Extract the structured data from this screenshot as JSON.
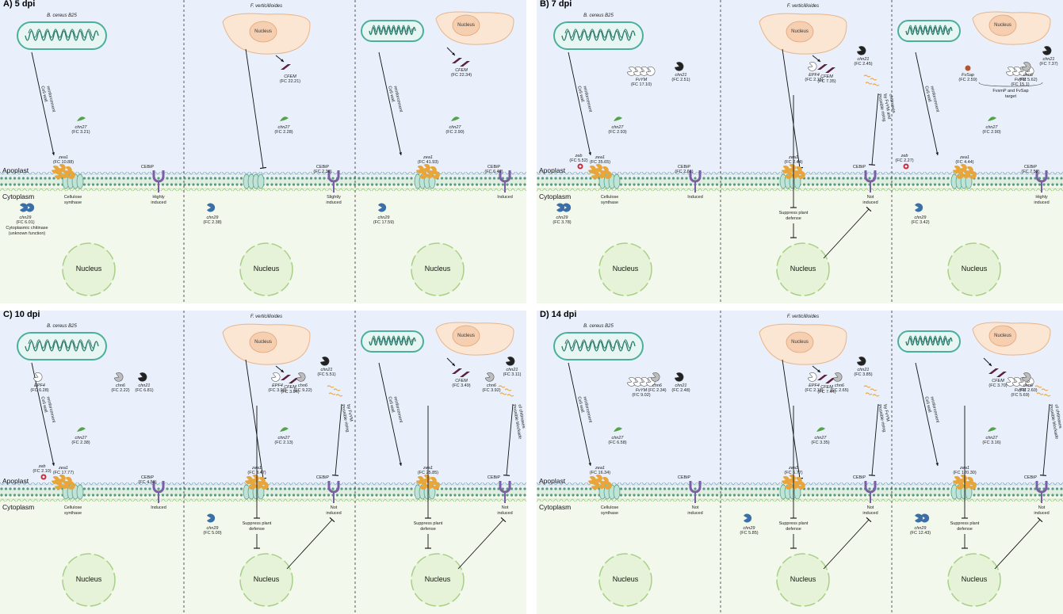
{
  "panels": [
    {
      "id": "A",
      "title": "A) 5 dpi",
      "organisms": {
        "bacterium": "B. cereus B25",
        "fungus": "F. verticillioides"
      },
      "labels": {
        "apoplast": "Apoplast",
        "cytoplasm": "Cytoplasm",
        "nucleus": "Nucleus",
        "fungal_nucleus": "Nucleus",
        "cebip": "CEBiP"
      },
      "sections": [
        {
          "arrow_text": [
            "Cell wall",
            "reinforcement"
          ],
          "chn27": {
            "name": "chn27",
            "fc": "(FC 3.21)"
          },
          "zeal": {
            "name": "zea1",
            "fc": "(FC 10.88)"
          },
          "cellulose": [
            "Cellulose",
            "synthase"
          ],
          "cebip_fc": "",
          "cebip_status": [
            "Highly",
            "induced"
          ],
          "chn29": {
            "name": "chn29",
            "fc": "(FC 6.01)"
          },
          "chn29_note": [
            "Cytoplasmic chitinase",
            "(unknown function)"
          ]
        },
        {
          "cfem": {
            "name": "CFEM",
            "fc": "(FC 22.21)"
          },
          "chn27": {
            "name": "chn27",
            "fc": "(FC 2.28)"
          },
          "cebip_fc": "(FC 2.36)",
          "cebip_status": [
            "Slightly",
            "induced"
          ],
          "chn29": {
            "name": "chn29",
            "fc": "(FC 2.38)"
          }
        },
        {
          "arrow_text": [
            "Cell wall",
            "reinforcement"
          ],
          "cfem": {
            "name": "CFEM",
            "fc": "(FC 22.34)"
          },
          "chn27": {
            "name": "chn27",
            "fc": "(FC 2.90)"
          },
          "zeal": {
            "name": "zea1",
            "fc": "(FC 41.93)"
          },
          "cebip_fc": "(FC 6.42)",
          "cebip_status": [
            "Induced"
          ],
          "chn29": {
            "name": "chn29",
            "fc": "(FC 17.59)"
          }
        }
      ]
    },
    {
      "id": "B",
      "title": "B) 7 dpi",
      "organisms": {
        "bacterium": "B. cereus B25",
        "fungus": "F. verticillioides"
      },
      "labels": {
        "apoplast": "Apoplast",
        "cytoplasm": "Cytoplasm",
        "nucleus": "Nucleus",
        "fungal_nucleus": "Nucleus",
        "cebip": "CEBiP"
      },
      "sections": [
        {
          "arrow_text": [
            "Cell wall",
            "reinforcement"
          ],
          "fvym": {
            "name": "FvYM",
            "fc": "(FC 17.10)"
          },
          "chn21": {
            "name": "chn21",
            "fc": "(FC 2.51)"
          },
          "chn27": {
            "name": "chn27",
            "fc": "(FC 2.93)"
          },
          "zeb": {
            "name": "zeb",
            "fc": "(FC 5.52)"
          },
          "zeal": {
            "name": "zea1",
            "fc": "(FC 35.65)"
          },
          "cellulose": [
            "Cellulose",
            "synthase"
          ],
          "cebip_fc": "(FC 2.61)",
          "cebip_status": [
            "Induced"
          ],
          "chn29": {
            "name": "chn29",
            "fc": "(FC 3.78)"
          }
        },
        {
          "chn21": {
            "name": "chn21",
            "fc": "(FC 2.45)"
          },
          "epf": {
            "name": "EPF4",
            "fc": "(FC 2.15)"
          },
          "cfem": {
            "name": "CFEM",
            "fc": "(FC 7.35)"
          },
          "rot_text": [
            "Possible rising",
            "by FvYM and",
            "chitinases"
          ],
          "zeal": {
            "name": "zea1",
            "fc": "(FC 2.44)"
          },
          "cebip_status": [
            "Not",
            "induced"
          ],
          "suppress": [
            "Suppress plant",
            "defense"
          ]
        },
        {
          "arrow_text": [
            "Cell wall",
            "reinforcement"
          ],
          "fvsap": {
            "name": "FvSap",
            "fc": "(FC 2.59)"
          },
          "fvym": {
            "name": "FvYM",
            "fc": "(FC 15.1)"
          },
          "chn6": {
            "name": "chn6",
            "fc": "(FC 5.62)"
          },
          "chn21": {
            "name": "chn21",
            "fc": "(FC 7.37)"
          },
          "target": [
            "FvsmP and FvSap",
            "target"
          ],
          "chn27": {
            "name": "chn27",
            "fc": "(FC 2.90)"
          },
          "zeb": {
            "name": "zeb",
            "fc": "(FC 2.27)"
          },
          "zeal": {
            "name": "zea1",
            "fc": "(FC 4.44)"
          },
          "cebip_fc": "(FC 7.52)",
          "cebip_status": [
            "Highly",
            "induced"
          ],
          "chn29": {
            "name": "chn29",
            "fc": "(FC 3.42)"
          }
        }
      ]
    },
    {
      "id": "C",
      "title": "C) 10 dpi",
      "organisms": {
        "bacterium": "B. cereus B25",
        "fungus": "F. verticillioides"
      },
      "labels": {
        "apoplast": "Apoplast",
        "cytoplasm": "Cytoplasm",
        "nucleus": "Nucleus",
        "fungal_nucleus": "Nucleus",
        "cebip": "CEBiP"
      },
      "sections": [
        {
          "arrow_text": [
            "Cell wall",
            "reinforcement"
          ],
          "epf": {
            "name": "EPF4",
            "fc": "(FC 6.28)"
          },
          "chn6": {
            "name": "chn6",
            "fc": "(FC 2.22)"
          },
          "chn21": {
            "name": "chn21",
            "fc": "(FC 6.81)"
          },
          "chn27": {
            "name": "chn27",
            "fc": "(FC 2.38)"
          },
          "zeb": {
            "name": "zeb",
            "fc": "(FC 2.10)"
          },
          "zeal": {
            "name": "zea1",
            "fc": "(FC 17.77)"
          },
          "cellulose": [
            "Cellulose",
            "synthase"
          ],
          "cebip_fc": "(FC 4.51)",
          "cebip_status": [
            "Induced"
          ]
        },
        {
          "epf": {
            "name": "EPF4",
            "fc": "(FC 3.99)"
          },
          "chn6": {
            "name": "chn6",
            "fc": "(FC 9.22)"
          },
          "chn21": {
            "name": "chn21",
            "fc": "(FC 5.51)"
          },
          "cfem": {
            "name": "CFEM",
            "fc": "(FC 3.04)"
          },
          "chn27": {
            "name": "chn27",
            "fc": "(FC 2.13)"
          },
          "rot_text": [
            "Possible rising",
            "by FvYM"
          ],
          "zeal": {
            "name": "zea1",
            "fc": "(FC 3.47)"
          },
          "cebip_status": [
            "Not",
            "induced"
          ],
          "suppress": [
            "Suppress plant",
            "defense"
          ],
          "chn29": {
            "name": "chn29",
            "fc": "(FC 5.00)"
          }
        },
        {
          "arrow_text": [
            "Cell wall",
            "reinforcement"
          ],
          "cfem": {
            "name": "CFEM",
            "fc": "(FC 3.49)"
          },
          "chn6": {
            "name": "chn6",
            "fc": "(FC 3.92)"
          },
          "chn21": {
            "name": "chn21",
            "fc": "(FC 3.11)"
          },
          "rot_text": [
            "Possible blockade",
            "of chitinases"
          ],
          "zeal": {
            "name": "zea1",
            "fc": "(FC 25.85)"
          },
          "cebip_status": [
            "Not",
            "induced"
          ],
          "suppress": [
            "Suppress plant",
            "defense"
          ]
        }
      ]
    },
    {
      "id": "D",
      "title": "D) 14 dpi",
      "organisms": {
        "bacterium": "B. cereus B25",
        "fungus": "F. verticillioides"
      },
      "labels": {
        "apoplast": "Apoplast",
        "cytoplasm": "Cytoplasm",
        "nucleus": "Nucleus",
        "fungal_nucleus": "Nucleus",
        "cebip": "CEBiP"
      },
      "sections": [
        {
          "arrow_text": [
            "Cell wall",
            "reinforcement"
          ],
          "fvym": {
            "name": "FvYM",
            "fc": "(FC 9.02)"
          },
          "chn6": {
            "name": "chn6",
            "fc": "(FC 2.34)"
          },
          "chn21": {
            "name": "chn21",
            "fc": "(FC 2.48)"
          },
          "chn27": {
            "name": "chn27",
            "fc": "(FC 6.58)"
          },
          "zeal": {
            "name": "zea1",
            "fc": "(FC 16.34)"
          },
          "cellulose": [
            "Cellulose",
            "synthase"
          ],
          "cebip_status": [
            "Not",
            "induced"
          ]
        },
        {
          "epf": {
            "name": "EPF4",
            "fc": "(FC 2.18)"
          },
          "chn6": {
            "name": "chn6",
            "fc": "(FC 2.65)"
          },
          "cfem": {
            "name": "CFEM",
            "fc": "(FC 7.44)"
          },
          "chn21": {
            "name": "chn21",
            "fc": "(FC 3.85)"
          },
          "chn27": {
            "name": "chn27",
            "fc": "(FC 3.35)"
          },
          "rot_text": [
            "Possible rising",
            "by FvYM"
          ],
          "zeal": {
            "name": "zea1",
            "fc": "(FC 6.77)"
          },
          "cebip_status": [
            "Not",
            "induced"
          ],
          "suppress": [
            "Suppress plant",
            "defense"
          ],
          "chn29": {
            "name": "chn29",
            "fc": "(FC 5.85)"
          }
        },
        {
          "arrow_text": [
            "Cell wall",
            "reinforcement"
          ],
          "cfem": {
            "name": "CFEM",
            "fc": "(FC 3.70)"
          },
          "fvym": {
            "name": "FvYM",
            "fc": "(FC 5.69)"
          },
          "chn6": {
            "name": "chn6",
            "fc": "(FC 2.60)"
          },
          "chn27": {
            "name": "chn27",
            "fc": "(FC 3.16)"
          },
          "rot_text": [
            "Possible blockade",
            "of chitinases"
          ],
          "zeal": {
            "name": "zea1",
            "fc": "(FC 120.30)"
          },
          "cebip_status": [
            "Not",
            "induced"
          ],
          "suppress": [
            "Suppress plant",
            "defense"
          ],
          "chn29": {
            "name": "chn29",
            "fc": "(FC 12.43)"
          }
        }
      ]
    }
  ],
  "colors": {
    "apoplast_bg": "#e9f0fb",
    "cytoplasm_bg": "#f3f8ec",
    "membrane": "#7fb36a",
    "membrane_dots": "#5a9a7e",
    "bacterium_fill": "#e8f6f3",
    "bacterium_stroke": "#4caf9c",
    "dna": "#2f7d6e",
    "fungus_fill": "#fbe6d4",
    "fungus_stroke": "#e8b48a",
    "nucleus_fill": "#e7f3d9",
    "nucleus_stroke": "#a8cf86",
    "zea1": "#e8a53a",
    "chn27": "#55a34a",
    "chn29": "#3a6fa8",
    "cfem": "#5c1f3d",
    "cebip": "#7b5ea7",
    "cellulose": "#bfe3d6"
  }
}
